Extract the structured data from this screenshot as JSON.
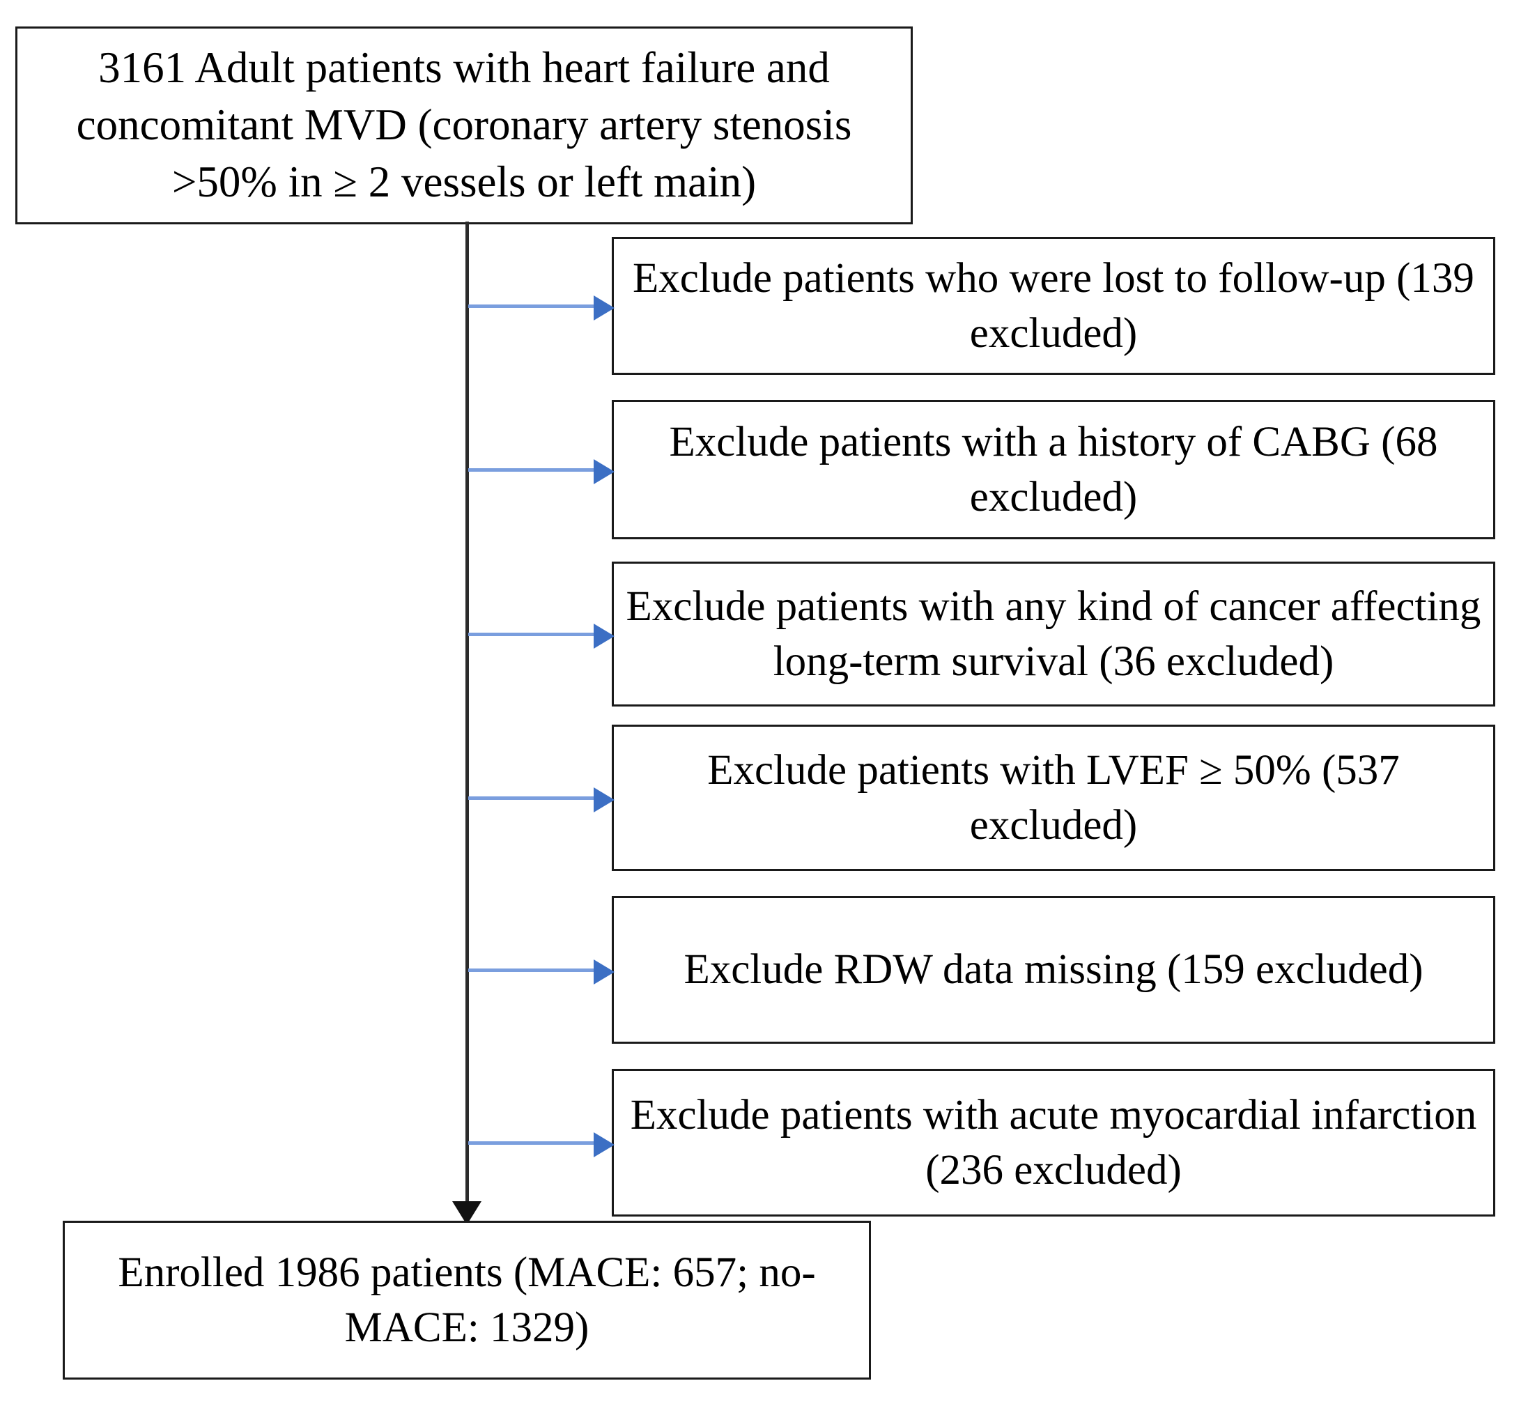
{
  "figure": {
    "type": "flowchart",
    "orientation": "vertical-trunk-with-right-exclusions",
    "accent_color": "#7a9ede",
    "arrowhead_color": "#3c6fc4",
    "trunk_color": "#2b2b2b",
    "box_border_color": "#1a1a1a",
    "background_color": "#ffffff"
  },
  "top_box": {
    "text": "3161 Adult patients with heart failure and concomitant MVD (coronary artery stenosis >50% in ≥ 2 vessels or left main)",
    "count": 3161
  },
  "exclusions": [
    {
      "text": "Exclude patients who were lost to follow-up (139 excluded)",
      "count": 139
    },
    {
      "text": "Exclude patients with a history of CABG (68 excluded)",
      "count": 68
    },
    {
      "text": "Exclude patients with any kind of cancer affecting long-term survival (36 excluded)",
      "count": 36
    },
    {
      "text": "Exclude patients with LVEF ≥ 50% (537 excluded)",
      "count": 537
    },
    {
      "text": "Exclude RDW data missing (159 excluded)",
      "count": 159
    },
    {
      "text": "Exclude patients with acute myocardial infarction (236 excluded)",
      "count": 236
    }
  ],
  "bottom_box": {
    "text": "Enrolled 1986 patients (MACE: 657; no-MACE: 1329)",
    "enrolled": 1986,
    "mace": 657,
    "no_mace": 1329
  }
}
